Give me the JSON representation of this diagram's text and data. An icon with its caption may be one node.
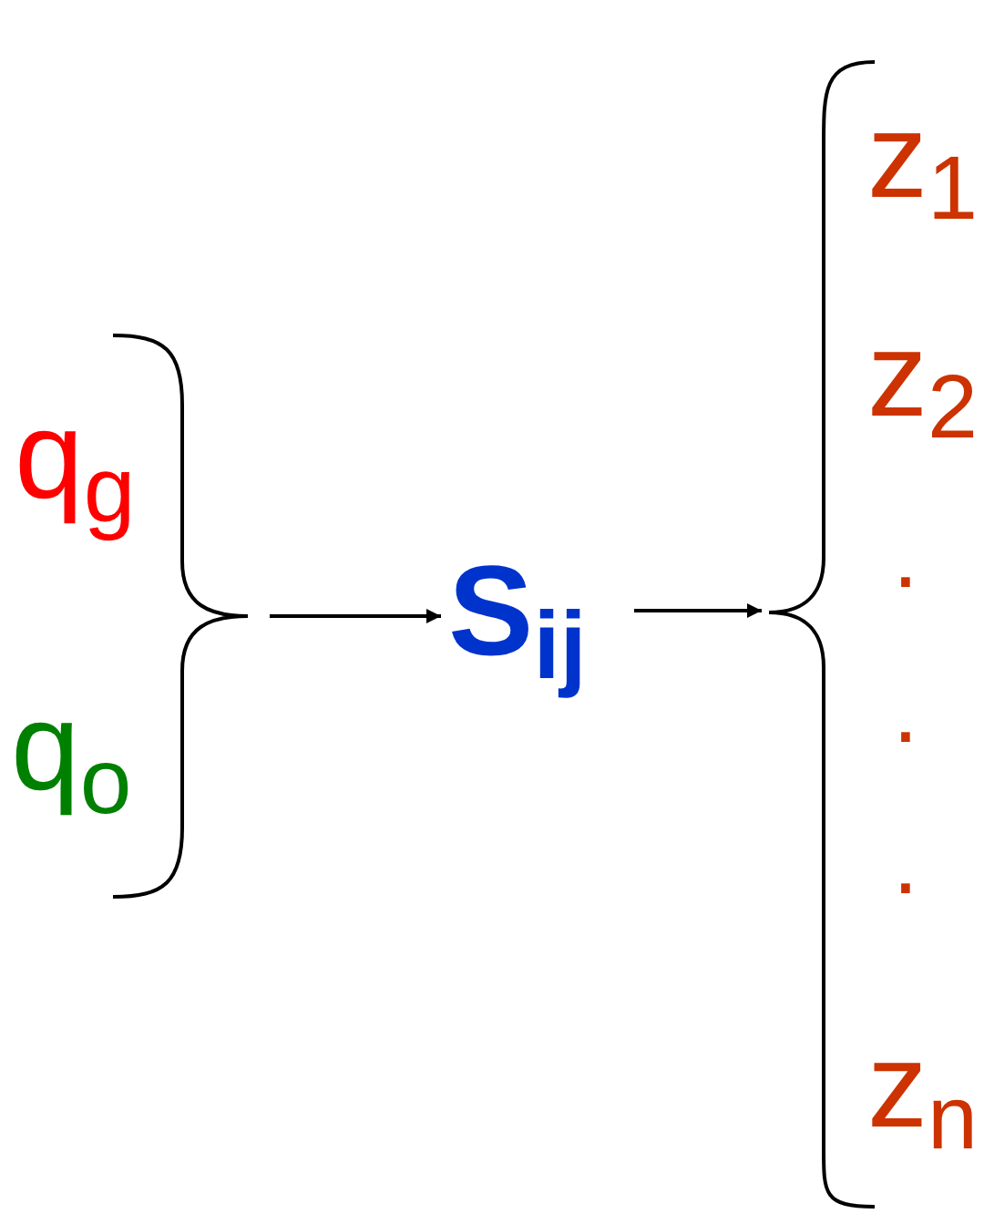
{
  "diagram": {
    "nodes": [
      {
        "text": [
          "q$_{g}$"
        ]
      },
      {
        "text": [
          "q$_{o}$"
        ]
      },
      {
        "text": [],
        "shape": "brace"
      },
      {
        "text": [
          "S$_{ij}$"
        ]
      },
      {
        "text": [],
        "shape": "brace"
      },
      {
        "text": [
          "z$_{1}$"
        ]
      },
      {
        "text": [
          "z$_{2}$"
        ]
      },
      {
        "text": [
          "."
        ]
      },
      {
        "text": [
          "."
        ]
      },
      {
        "text": [
          "."
        ]
      },
      {
        "text": [
          "z$_{n}$"
        ]
      }
    ],
    "edges": [
      {
        "from": 2,
        "to": 3,
        "arrow": "to"
      },
      {
        "from": 3,
        "to": 4,
        "arrow": "to"
      }
    ]
  }
}
